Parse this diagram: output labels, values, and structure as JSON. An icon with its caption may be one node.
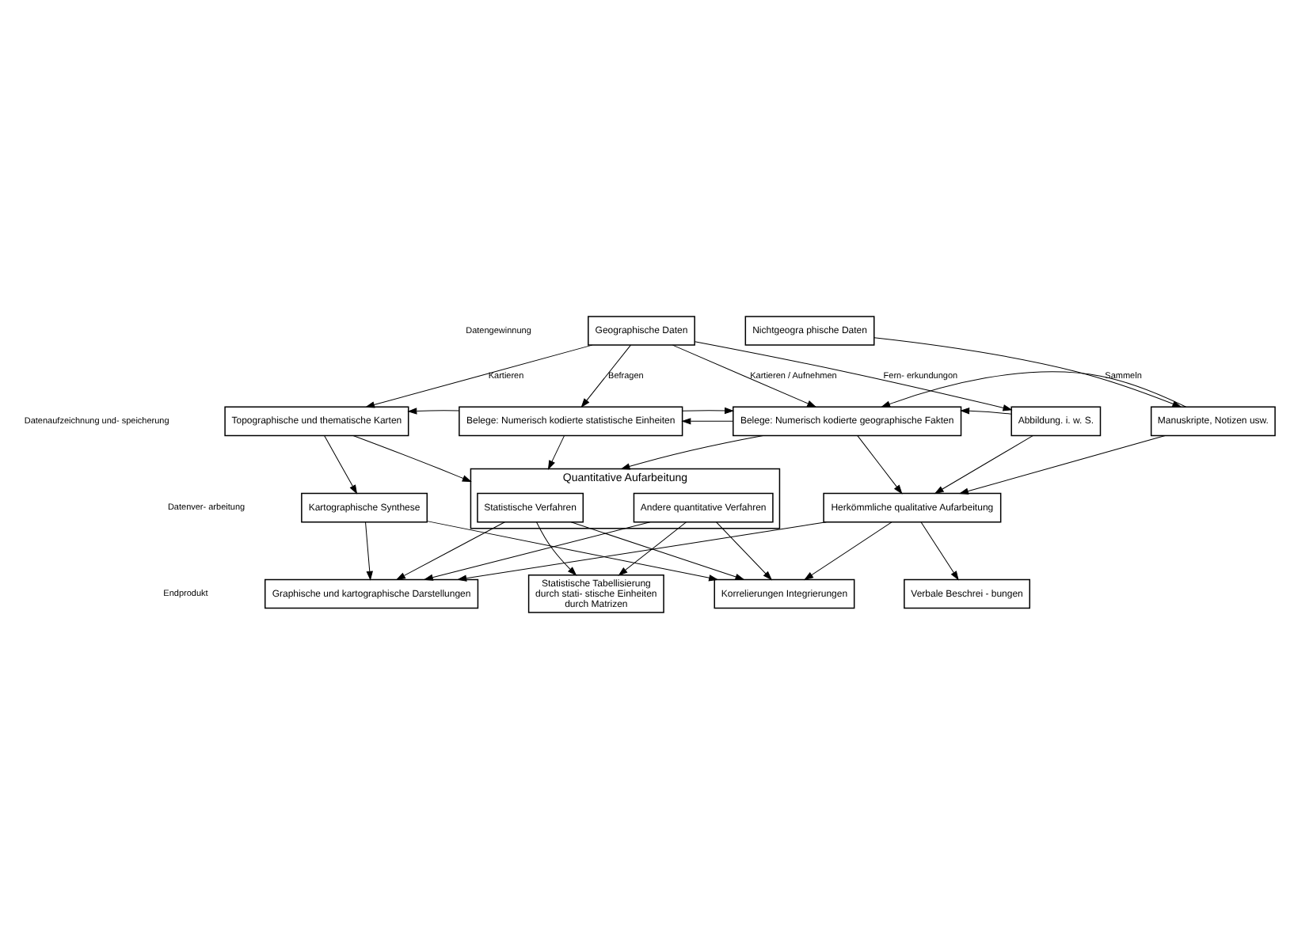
{
  "diagram": {
    "nodes": [
      {
        "text": [
          "Geographische Daten"
        ]
      },
      {
        "text": [
          "Nichtgeogra phische Daten"
        ]
      },
      {
        "text": [
          "Topographische und thematische Karten"
        ]
      },
      {
        "text": [
          "Belege: Numerisch kodierte statistische Einheiten"
        ]
      },
      {
        "text": [
          "Belege: Numerisch kodierte geographische Fakten"
        ]
      },
      {
        "text": [
          "Abbildung. i. w. S."
        ]
      },
      {
        "text": [
          "Manuskripte, Notizen usw."
        ]
      },
      {
        "text": [
          "Kartographische Synthese"
        ]
      },
      {
        "text": [
          "Quantitative Aufarbeitung"
        ]
      },
      {
        "text": [
          "Statistische Verfahren"
        ],
        "in": 8
      },
      {
        "text": [
          "Andere quantitative Verfahren"
        ],
        "in": 8
      },
      {
        "text": [
          "Herkömmliche qualitative Aufarbeitung"
        ]
      },
      {
        "text": [
          "Graphische und kartographische Darstellungen"
        ]
      },
      {
        "text": [
          "Statistische Tabellisierung",
          "durch stati- stische Einheiten",
          "durch Matrizen"
        ]
      },
      {
        "text": [
          "Korrelierungen Integrierungen"
        ]
      },
      {
        "text": [
          "Verbale Beschrei - bungen"
        ]
      }
    ],
    "edges": [
      {
        "from": 0,
        "to": 2,
        "arrow": "to",
        "label": "Kartieren"
      },
      {
        "from": 0,
        "to": 3,
        "arrow": "to",
        "label": "Befragen"
      },
      {
        "from": 0,
        "to": 4,
        "arrow": "to",
        "label": "Kartieren / Aufnehmen"
      },
      {
        "from": 0,
        "to": 5,
        "arrow": "to",
        "label": "Fern- erkundungon"
      },
      {
        "from": 1,
        "to": 6,
        "arrow": "to",
        "label": "Sammeln"
      },
      {
        "from": 3,
        "to": 2,
        "arrow": "to"
      },
      {
        "from": 4,
        "to": 3,
        "arrow": "to"
      },
      {
        "from": 3,
        "to": 4,
        "arrow": "to"
      },
      {
        "from": 5,
        "to": 4,
        "arrow": "to"
      },
      {
        "from": 6,
        "to": 4,
        "arrow": "to"
      },
      {
        "from": 2,
        "to": 7,
        "arrow": "to"
      },
      {
        "from": 2,
        "to": 8,
        "arrow": "to"
      },
      {
        "from": 3,
        "to": 8,
        "arrow": "to"
      },
      {
        "from": 4,
        "to": 8,
        "arrow": "to"
      },
      {
        "from": 4,
        "to": 11,
        "arrow": "to"
      },
      {
        "from": 5,
        "to": 11,
        "arrow": "to"
      },
      {
        "from": 6,
        "to": 11,
        "arrow": "to"
      },
      {
        "from": 7,
        "to": 12,
        "arrow": "to"
      },
      {
        "from": 7,
        "to": 14,
        "arrow": "to"
      },
      {
        "from": 9,
        "to": 13,
        "arrow": "to"
      },
      {
        "from": 9,
        "to": 14,
        "arrow": "to"
      },
      {
        "from": 10,
        "to": 13,
        "arrow": "to"
      },
      {
        "from": 10,
        "to": 14,
        "arrow": "to"
      },
      {
        "from": 11,
        "to": 15,
        "arrow": "to"
      },
      {
        "from": 11,
        "to": 14,
        "arrow": "to"
      },
      {
        "from": 11,
        "to": 12,
        "arrow": "to"
      },
      {
        "from": 9,
        "to": 12,
        "arrow": "to"
      },
      {
        "from": 10,
        "to": 12,
        "arrow": "to"
      }
    ],
    "labels": [
      "Datengewinnung",
      "Datenaufzeichnung und- speicherung",
      "Datenver- arbeitung",
      "Endprodukt"
    ]
  }
}
